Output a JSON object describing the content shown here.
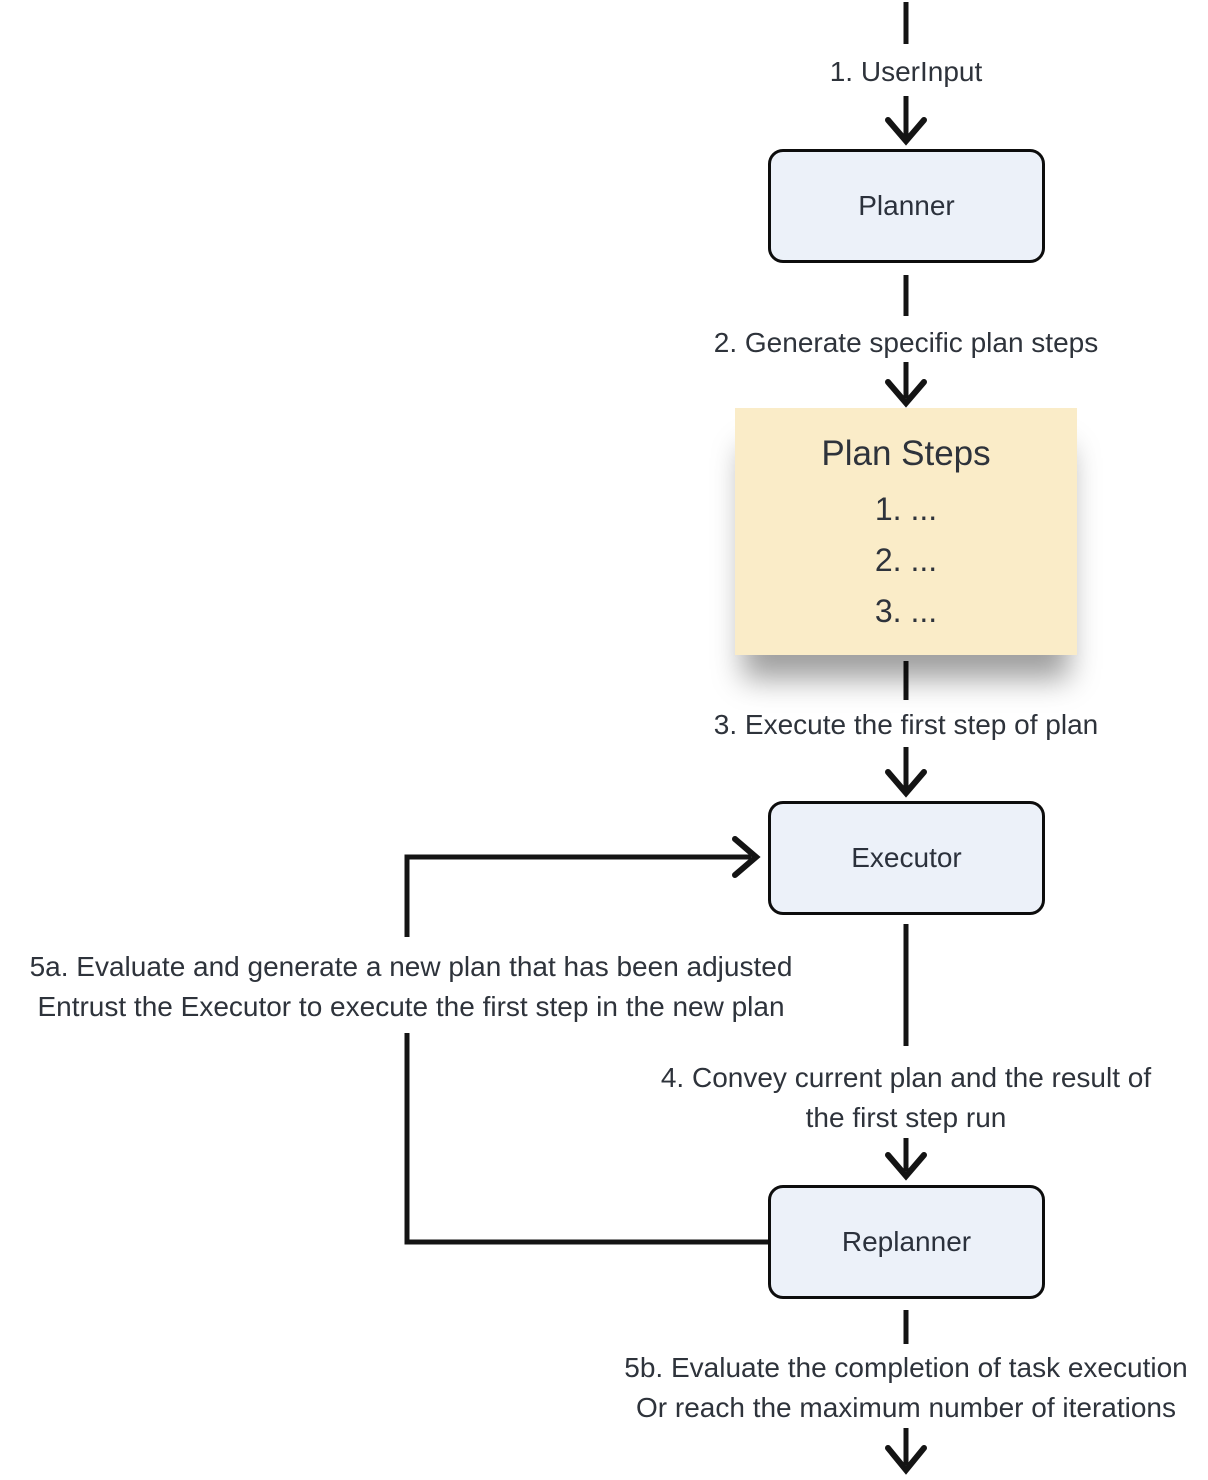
{
  "diagram": {
    "title": "plan-and-execute agent flow",
    "colors": {
      "background": "#ffffff",
      "connector": "#141414",
      "node_fill": "#ecf1f9",
      "node_border": "#0d0d0d",
      "note_fill": "#faecc8",
      "text": "#2e333b"
    },
    "nodes": {
      "planner": {
        "label": "Planner"
      },
      "executor": {
        "label": "Executor"
      },
      "replanner": {
        "label": "Replanner"
      }
    },
    "note": {
      "title": "Plan Steps",
      "items": [
        "1. ...",
        "2. ...",
        "3. ..."
      ]
    },
    "edges": {
      "step1": "1. UserInput",
      "step2": "2. Generate specific plan steps",
      "step3": "3. Execute the first step of plan",
      "step4_line1": "4. Convey current plan and the result of",
      "step4_line2": "the first step run",
      "step5a_line1": "5a. Evaluate and generate a new plan that has been adjusted",
      "step5a_line2": "Entrust the Executor to execute the first step in the new plan",
      "step5b_line1": "5b. Evaluate the completion of task execution",
      "step5b_line2": "Or reach the maximum number of iterations"
    }
  }
}
